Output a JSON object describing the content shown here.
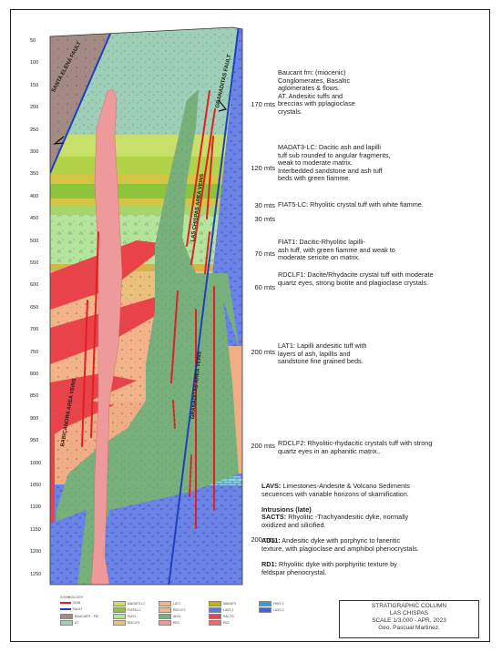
{
  "depth_ticks": [
    "50",
    "100",
    "150",
    "200",
    "250",
    "300",
    "350",
    "400",
    "450",
    "500",
    "550",
    "600",
    "650",
    "700",
    "750",
    "800",
    "850",
    "900",
    "950",
    "1000",
    "1050",
    "1100",
    "1150",
    "1200",
    "1250"
  ],
  "structures": {
    "fault_left": "SANTA ELENA FAULT",
    "fault_right": "GRANADITAS FAULT",
    "veins_upper": "LAS CHISPAS AREA VEINS",
    "veins_lower": "GRANADITAS AREA VEINS",
    "veins_left": "BABICANORA AREA VEINS"
  },
  "units": [
    {
      "thickness": "170 mts",
      "lines": [
        {
          "text": "Baucarit fm: (miocenic)"
        },
        {
          "text": "Conglomerates, Basaltic"
        },
        {
          "text": "aglomerates & flows."
        },
        {
          "text": "AT. Andesitic tuffs and"
        },
        {
          "text": "breccias with pplagioclase"
        },
        {
          "text": "crystals."
        }
      ]
    },
    {
      "thickness": "120 mts",
      "lines": [
        {
          "text": "MADAT3-LC: Dacitic ash and lapilli"
        },
        {
          "text": "tuff sub rounded to angular fragments,"
        },
        {
          "text": "weak to moderate matrix."
        },
        {
          "text": "Interbedded sandstone and ash tuff"
        },
        {
          "text": "beds with green fiamme."
        }
      ]
    },
    {
      "thickness": "30 mts",
      "lines": [
        {
          "text": "FIAT5-LC: Rhyolitic crystal tuff with white fiamme."
        }
      ]
    },
    {
      "thickness": "30 mts",
      "lines": []
    },
    {
      "thickness": "70 mts",
      "lines": [
        {
          "text": "FIAT1: Dacitic-Rhyolitic lapilli-"
        },
        {
          "text": "ash tuff, with green fiamme and weak to"
        },
        {
          "text": "moderate sericite on matrix."
        }
      ]
    },
    {
      "thickness": "60 mts",
      "lines": [
        {
          "text": "RDCLF1: Dacite/Rhydacite crystal tuff with moderate"
        },
        {
          "text": "quartz eyes, strong biotite and plagioclase crystals."
        }
      ]
    },
    {
      "thickness": "200 mts",
      "lines": [
        {
          "text": "LAT1: Lapilli andesitic tuff with"
        },
        {
          "text": "layers of ash, lapillis and"
        },
        {
          "text": "sandstone fine grained beds."
        }
      ]
    },
    {
      "thickness": "200 mts",
      "lines": [
        {
          "text": "RDCLF2: Rhyolitic-rhydacitic crystals tuff with strong"
        },
        {
          "text": "quartz eyes in an aphanitic matrix.."
        }
      ]
    },
    {
      "thickness": "200 mts",
      "lines": []
    }
  ],
  "lower_notes": [
    {
      "key": "LAVS:",
      "text": " Limestones-Andesite & Volcano Sediments"
    },
    {
      "key": "",
      "text": "secuences with variable horizons of skarnification."
    },
    {
      "key": "",
      "text": ""
    },
    {
      "key": "Intrusions (late)",
      "text": ""
    },
    {
      "key": "SACTS:",
      "text": " Rhyolitic -Trachyandesitic dyke, normally"
    },
    {
      "key": "",
      "text": "oxidized and silicified."
    },
    {
      "key": "",
      "text": ""
    },
    {
      "key": "AD11:",
      "text": " Andesitic dyke with porphyric to faneritic"
    },
    {
      "key": "",
      "text": "texture, with plagioclase and amphibol phenocrystals."
    },
    {
      "key": "",
      "text": ""
    },
    {
      "key": "RD1:",
      "text": " Rhyolitic dyke with porphyritic texture by"
    },
    {
      "key": "",
      "text": "feldspar phenocrystal."
    }
  ],
  "legend": {
    "title": "SYMBOLOGY",
    "items": [
      {
        "label": "VEIN",
        "color": "#e31e24",
        "kind": "line"
      },
      {
        "label": "FAULT",
        "color": "#1f3fbf",
        "kind": "line"
      },
      {
        "label": "BAUCARIT - FM",
        "color": "#a48a84",
        "kind": "box"
      },
      {
        "label": "AT",
        "color": "#9fcfb8",
        "kind": "box"
      },
      {
        "label": "MADAT3-LC",
        "color": "#c8e06a",
        "kind": "box"
      },
      {
        "label": "FIAT5-LC",
        "color": "#8ec43c",
        "kind": "box"
      },
      {
        "label": "FIAT1",
        "color": "#b3e59a",
        "kind": "box"
      },
      {
        "label": "RDCLF1",
        "color": "#e9c17c",
        "kind": "box"
      },
      {
        "label": "LAT1",
        "color": "#f3b48a",
        "kind": "box"
      },
      {
        "label": "RDCLF2",
        "color": "#f3b48a",
        "kind": "box"
      },
      {
        "label": "AD11",
        "color": "#78b07c",
        "kind": "box"
      },
      {
        "label": "RD1",
        "color": "#ef9a9a",
        "kind": "box"
      },
      {
        "label": "MADAT3",
        "color": "#c8b400",
        "kind": "box"
      },
      {
        "label": "LAVS 1",
        "color": "#5b7be0",
        "kind": "box"
      },
      {
        "label": "SACTS",
        "color": "#e8434a",
        "kind": "box"
      },
      {
        "label": "RD1",
        "color": "#f06a6a",
        "kind": "box"
      },
      {
        "label": "FAVS 2",
        "color": "#3c9ad0",
        "kind": "box"
      },
      {
        "label": "LAVS 2",
        "color": "#4a63d4",
        "kind": "box"
      }
    ]
  },
  "title_block": {
    "line1": "STRATIGRAPHIC COLUMN",
    "line2": "LAS CHISPAS",
    "line3": "SCALE 1/3,000    - APR, 2023",
    "line4": "Geo. Pascual Martinez."
  },
  "colors": {
    "baucarit": "#a48a84",
    "at": "#9fcfb8",
    "madat3": "#c8e06a",
    "fiat5": "#8ec43c",
    "fiat1": "#b3e59a",
    "rdclf1": "#e9c17c",
    "lat1": "#f3b48a",
    "rdclf2": "#f0ad86",
    "lavs": "#6b83e6",
    "ad11": "#78b07c",
    "rd1": "#ef9a9a",
    "sacts": "#e8434a",
    "vein": "#e31e24",
    "fault": "#1f3fbf"
  }
}
